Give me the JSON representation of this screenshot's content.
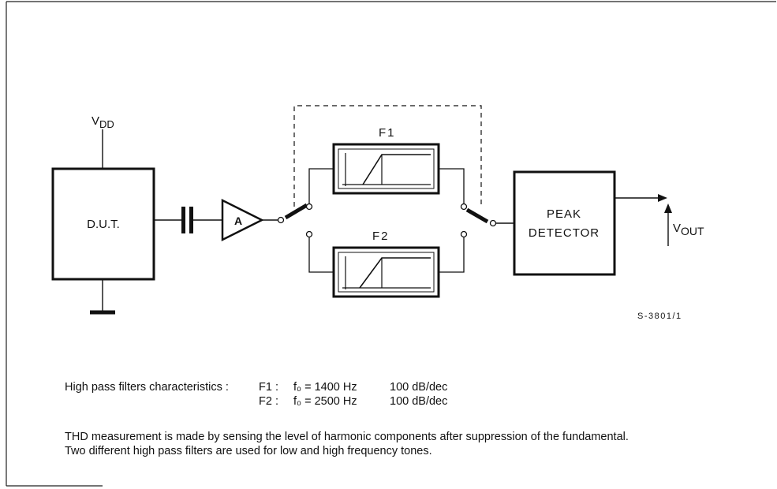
{
  "labels": {
    "vdd_v": "V",
    "vdd_sub": "DD",
    "dut": "D.U.T.",
    "amp": "A",
    "f1": "F1",
    "f2": "F2",
    "peak_line1": "PEAK",
    "peak_line2": "DETECTOR",
    "vout_v": "V",
    "vout_sub": "OUT",
    "figure_code": "S-3801/1"
  },
  "notes": {
    "filters_prefix": "High pass filters characteristics :",
    "filters": [
      {
        "id": "F1 :",
        "f0": "f₀ = 1400 Hz",
        "slope": "100 dB/dec"
      },
      {
        "id": "F2 :",
        "f0": "f₀ = 2500 Hz",
        "slope": "100 dB/dec"
      }
    ],
    "description_line1": "THD measurement is made by sensing the level of harmonic components after suppression of the fundamental.",
    "description_line2": "Two different high pass filters are used for low and high frequency tones."
  }
}
